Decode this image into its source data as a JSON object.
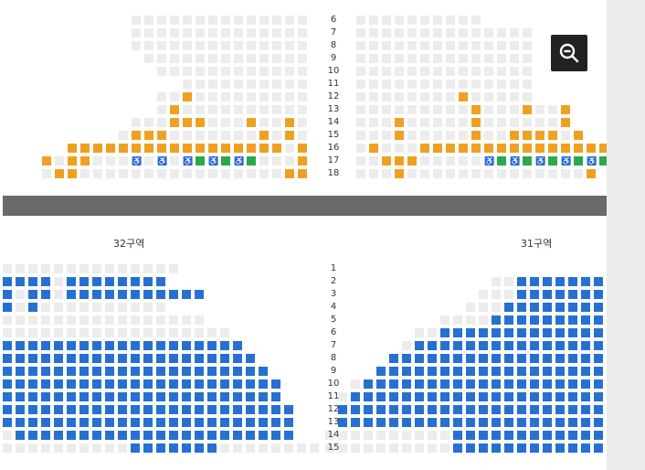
{
  "zoom_out_button": {
    "icon": "zoom-out-icon"
  },
  "colors": {
    "empty": "#ececec",
    "available": "#f0a021",
    "selectable": "#2670d4",
    "accessible": "#2ca94a"
  },
  "upper_section": {
    "row_labels": [
      "6",
      "7",
      "8",
      "9",
      "10",
      "11",
      "12",
      "13",
      "14",
      "15",
      "16",
      "17",
      "18"
    ],
    "left_block": [
      "..............",
      "..............",
      "..............",
      " .............",
      "  ............",
      "    ..........",
      "  ..o.........",
      "  .o..........",
      "  ...ooo...o..o.",
      "  .ooo.......o.o.",
      "ooooooooooooooooo.o",
      "o.oo...w.w.wgwgwg...o",
      ".oo................oo"
    ],
    "right_block": [
      "..........",
      "..............",
      "..............",
      "..............",
      "..............",
      "..............",
      "........o.....",
      ".........o...o..o",
      "...o.....o......o",
      "...o.....o..oooo.o",
      ".o...ooooooooooooooo",
      "..ooo.....wgwgwgwgwg..o",
      "...o..............o"
    ]
  },
  "lower_section": {
    "zone_32_label": "32구역",
    "zone_31_label": "31구역",
    "row_labels": [
      "1",
      "2",
      "3",
      "4",
      "5",
      "6",
      "7",
      "8",
      "9",
      "10",
      "11",
      "12",
      "13",
      "14",
      "15"
    ],
    "left_block": [
      "..............",
      "bbbb.bbbbbbbb",
      "b.bb.bbbbbbbbbbb",
      "b.b..........",
      "................",
      "..................",
      "bbbbbbbbbbbbbbbbbbb",
      "bbbbbbbbbbbbbbbbbbbb",
      "bbbbbbbbbbbbbbbbbbbbb",
      "bbbbbbbbbbbbbbbbbbbbbb",
      "bbbbbbbbbbbbbbbbbbbbbb",
      "bbbbbbbbbbbbbbbbbbbbbbb",
      "bbbbbbbbbbbbbbbbbbbbbbb",
      ".bbbbbbbbbbbbbbbbbbbbbb",
      "..........bbbbbbb........"
    ],
    "right_block": [
      "",
      "         ..bbbbbbb",
      "        ...bbbbbbb",
      "       ...bbbbbbbb",
      "      ....bbbbbbbbb",
      "     ..bbbbbbbbbbbbb",
      "    .bbbbbbbbbbbbbbb",
      "    bbbbbbbbbbbbbbbbb",
      "   bbbbbbbbbbbbbbbbbb",
      "  .bbbbbbbbbbbbbbbbbbb",
      " .bbbbbbbbbbbbbbbbbbbb",
      " bbbbbbbbbbbbbbbbbbbbb",
      " bbbbbbbbbbbbbbbbbbbbb",
      "..........bbbbbbbbbbbb",
      "..........bbbbbbbbbbbb"
    ]
  }
}
